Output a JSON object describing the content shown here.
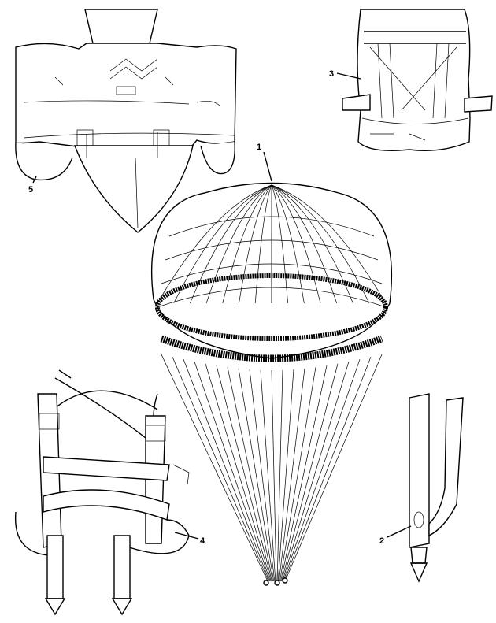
{
  "figure": {
    "callouts": [
      {
        "id": "1",
        "label": "1",
        "part": "canopy"
      },
      {
        "id": "2",
        "label": "2",
        "part": "risers"
      },
      {
        "id": "3",
        "label": "3",
        "part": "pack-backpack"
      },
      {
        "id": "4",
        "label": "4",
        "part": "harness"
      },
      {
        "id": "5",
        "label": "5",
        "part": "pack-tray"
      }
    ]
  }
}
